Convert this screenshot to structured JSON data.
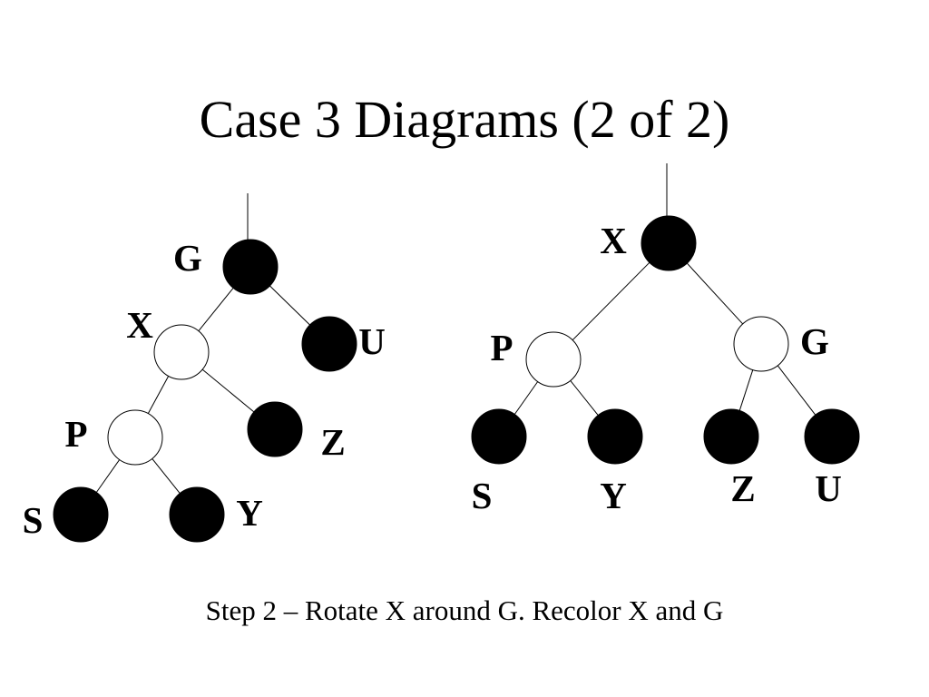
{
  "slide": {
    "title": "Case 3 Diagrams (2 of 2)",
    "caption": "Step 2 – Rotate X around G.  Recolor X and G"
  },
  "colors": {
    "black_node": "#000000",
    "red_node": "#ffffff",
    "stroke": "#000000"
  },
  "trees": {
    "before": {
      "nodes": [
        {
          "id": "G",
          "label": "G",
          "color": "black"
        },
        {
          "id": "X",
          "label": "X",
          "color": "red"
        },
        {
          "id": "U",
          "label": "U",
          "color": "black"
        },
        {
          "id": "P",
          "label": "P",
          "color": "red"
        },
        {
          "id": "Z",
          "label": "Z",
          "color": "black"
        },
        {
          "id": "S",
          "label": "S",
          "color": "black"
        },
        {
          "id": "Y",
          "label": "Y",
          "color": "black"
        }
      ],
      "edges": [
        [
          "G",
          "X"
        ],
        [
          "G",
          "U"
        ],
        [
          "X",
          "P"
        ],
        [
          "X",
          "Z"
        ],
        [
          "P",
          "S"
        ],
        [
          "P",
          "Y"
        ]
      ]
    },
    "after": {
      "nodes": [
        {
          "id": "X",
          "label": "X",
          "color": "black"
        },
        {
          "id": "P",
          "label": "P",
          "color": "red"
        },
        {
          "id": "G",
          "label": "G",
          "color": "red"
        },
        {
          "id": "S",
          "label": "S",
          "color": "black"
        },
        {
          "id": "Y",
          "label": "Y",
          "color": "black"
        },
        {
          "id": "Z",
          "label": "Z",
          "color": "black"
        },
        {
          "id": "U",
          "label": "U",
          "color": "black"
        }
      ],
      "edges": [
        [
          "X",
          "P"
        ],
        [
          "X",
          "G"
        ],
        [
          "P",
          "S"
        ],
        [
          "P",
          "Y"
        ],
        [
          "G",
          "Z"
        ],
        [
          "G",
          "U"
        ]
      ]
    }
  }
}
